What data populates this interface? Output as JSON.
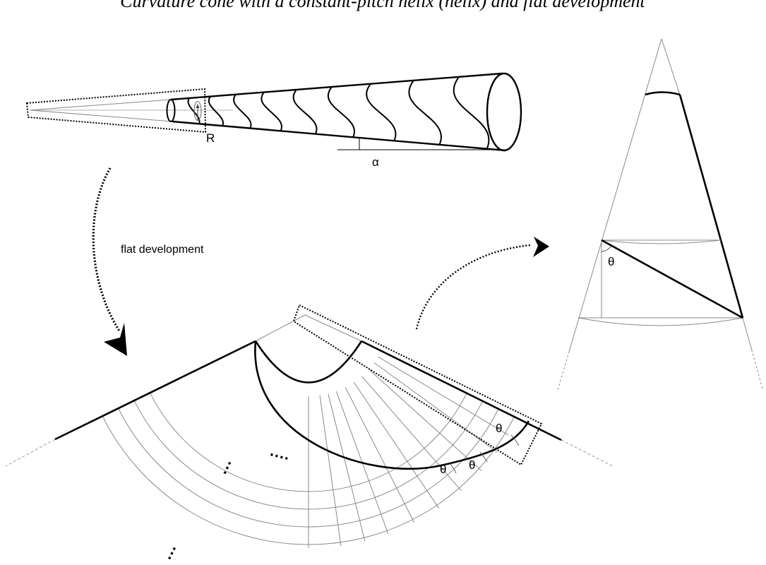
{
  "header": {
    "text": "Curvature cone with a constant-pitch helix (helix) and flat development"
  },
  "labels": {
    "radius": "R",
    "angle_alpha": "α",
    "flat_development": "flat development",
    "theta": "θ",
    "ellipsis": "....",
    "ellipsis_short": "···"
  },
  "colors": {
    "ink": "#000000",
    "thin_line": "#8a8a8a",
    "guide": "#9a9a9a"
  }
}
